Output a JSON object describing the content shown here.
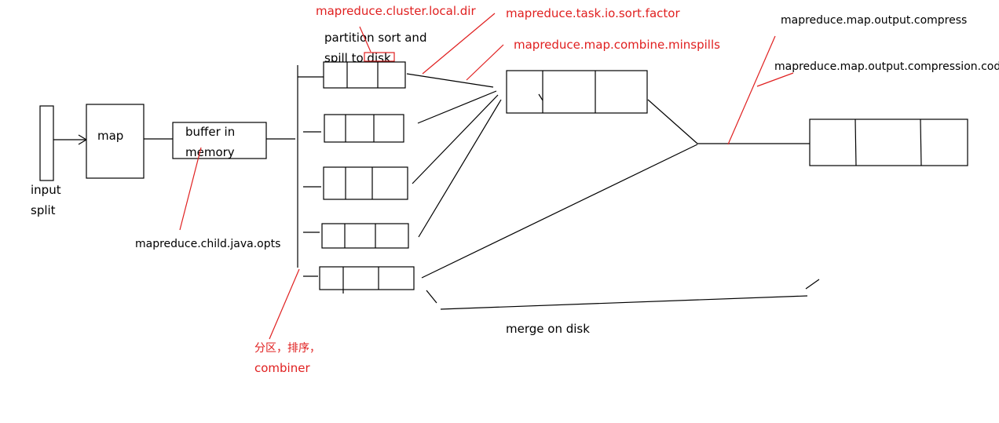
{
  "labels": {
    "input_line1": "input",
    "input_line2": "split",
    "map": "map",
    "buffer_line1": "buffer in",
    "buffer_line2": "memory",
    "child_java_opts": "mapreduce.child.java.opts",
    "partition_line1": "partition sort and",
    "partition_line2": "spill to disk",
    "cluster_local_dir": "mapreduce.cluster.local.dir",
    "task_io_sort_factor": "mapreduce.task.io.sort.factor",
    "combine_minspills": "mapreduce.map.combine.minspills",
    "output_compress": "mapreduce.map.output.compress",
    "output_compression_codec": "mapreduce.map.output.compression.codec",
    "merge_on_disk": "merge on disk",
    "partition_cn": "分区，排序，",
    "combiner": "combiner"
  },
  "colors": {
    "line": "#000000",
    "annotation": "#e02020"
  }
}
